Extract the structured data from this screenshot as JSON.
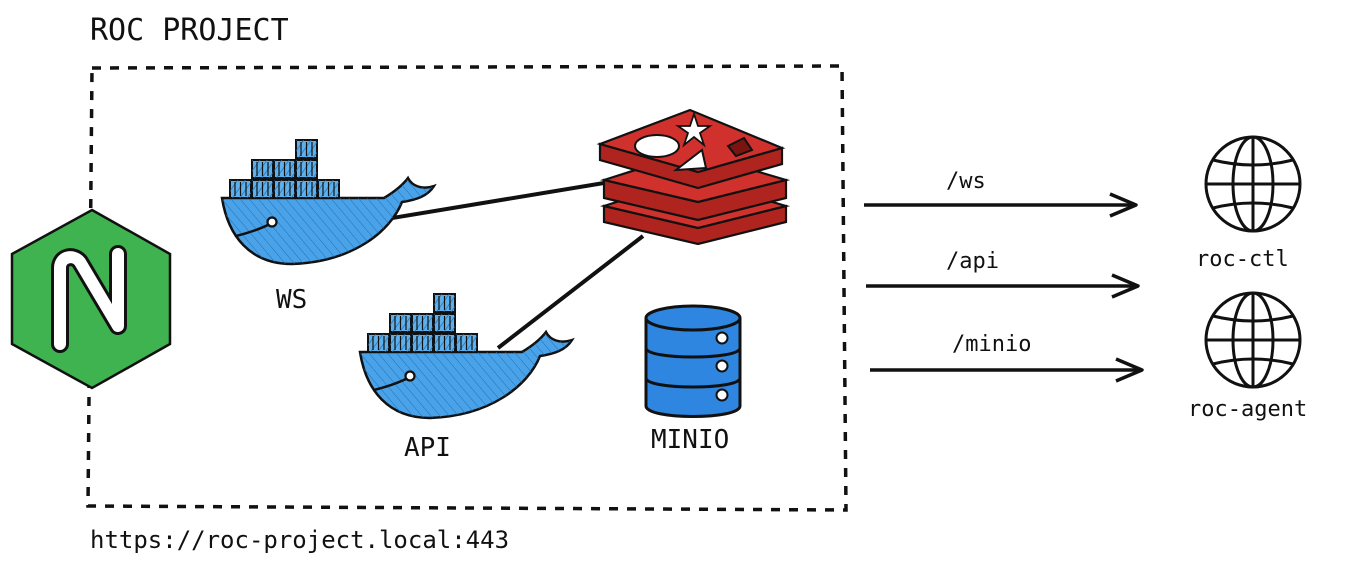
{
  "diagram": {
    "title": "ROC PROJECT",
    "url": "https://roc-project.local:443",
    "nodes": {
      "ws": "WS",
      "api": "API",
      "minio": "MINIO"
    },
    "routes": [
      "/ws",
      "/api",
      "/minio"
    ],
    "clients": [
      "roc-ctl",
      "roc-agent"
    ],
    "icons": {
      "proxy": "nginx-icon",
      "ws": "docker-whale-icon",
      "api": "docker-whale-icon",
      "cache": "redis-icon",
      "storage": "database-icon",
      "client_ctl": "globe-icon",
      "client_agent": "globe-icon"
    },
    "colors": {
      "nginx": "#3fb34f",
      "docker": "#4aa3e8",
      "redis": "#d0312d",
      "minio": "#2f86e0"
    }
  }
}
